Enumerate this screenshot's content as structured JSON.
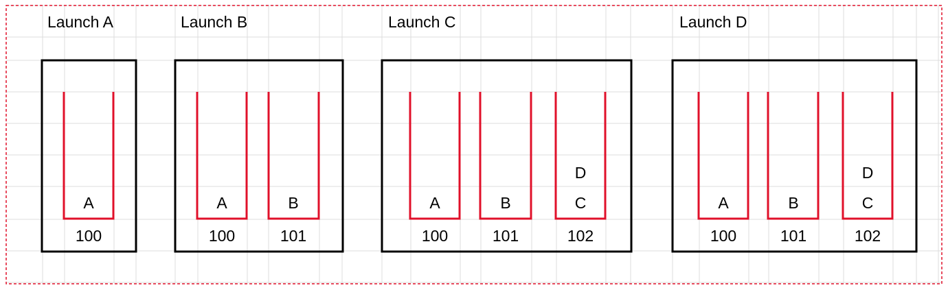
{
  "colors": {
    "grid": "#dcdcdc",
    "frame": "#e0102a",
    "box": "#000000",
    "slot": "#e0102a",
    "text": "#000000"
  },
  "launches": [
    {
      "title": "Launch A",
      "slots": [
        {
          "number": "100",
          "items": [
            "A"
          ]
        }
      ]
    },
    {
      "title": "Launch B",
      "slots": [
        {
          "number": "100",
          "items": [
            "A"
          ]
        },
        {
          "number": "101",
          "items": [
            "B"
          ]
        }
      ]
    },
    {
      "title": "Launch C",
      "slots": [
        {
          "number": "100",
          "items": [
            "A"
          ]
        },
        {
          "number": "101",
          "items": [
            "B"
          ]
        },
        {
          "number": "102",
          "items": [
            "C",
            "D"
          ]
        }
      ]
    },
    {
      "title": "Launch D",
      "slots": [
        {
          "number": "100",
          "items": [
            "A"
          ]
        },
        {
          "number": "101",
          "items": [
            "B"
          ]
        },
        {
          "number": "102",
          "items": [
            "C",
            "D"
          ]
        }
      ]
    }
  ]
}
